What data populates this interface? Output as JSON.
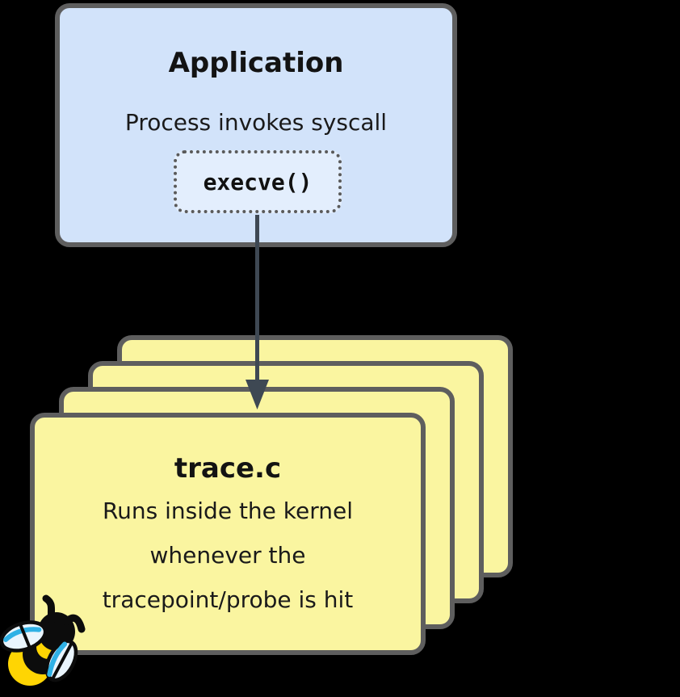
{
  "diagram": {
    "application": {
      "title": "Application",
      "subtitle": "Process invokes syscall",
      "syscall_label": "execve()"
    },
    "kernel_program": {
      "title": "trace.c",
      "description_lines": [
        "Runs inside the kernel",
        "whenever the",
        "tracepoint/probe is hit"
      ],
      "stacked_copies": 4
    },
    "arrow": {
      "from": "execve()",
      "to": "trace.c",
      "direction": "down"
    },
    "icons": {
      "bee": "ebpf-bee-icon"
    },
    "colors": {
      "background": "#000000",
      "app_box_fill": "#d2e3fa",
      "syscall_box_fill": "#e3eefd",
      "card_fill": "#faf5a0",
      "box_border": "#5e5e5e",
      "arrow": "#3e4853",
      "text": "#141414",
      "bee_yellow": "#ffd503",
      "bee_black": "#0c0c0c",
      "bee_wing_fill": "#eaf5fd",
      "bee_wing_accent": "#2fb1e5"
    }
  }
}
